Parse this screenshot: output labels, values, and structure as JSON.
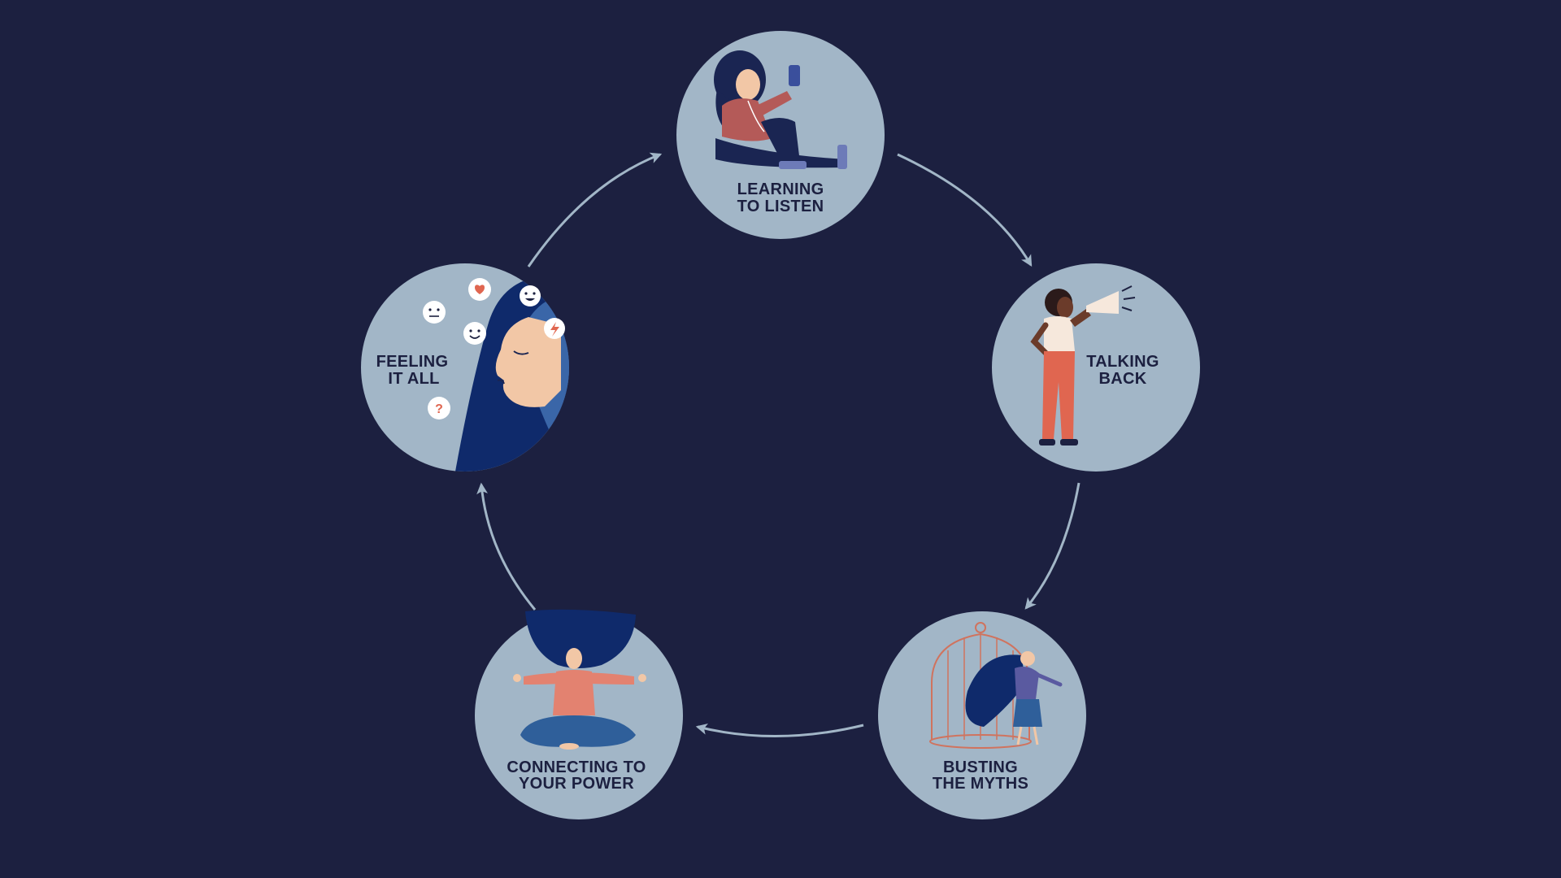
{
  "colors": {
    "background": "#1c2040",
    "circle": "#a2b6c7",
    "arrow": "#a2b6c7",
    "label": "#1c2040"
  },
  "nodes": [
    {
      "id": "learning",
      "line1": "LEARNING",
      "line2": "TO LISTEN",
      "icon": "woman-listening-phone-icon"
    },
    {
      "id": "talking",
      "line1": "TALKING",
      "line2": "BACK",
      "icon": "woman-megaphone-icon"
    },
    {
      "id": "busting",
      "line1": "BUSTING",
      "line2": "THE MYTHS",
      "icon": "woman-leaving-cage-icon"
    },
    {
      "id": "connecting",
      "line1": "CONNECTING TO",
      "line2": "YOUR POWER",
      "icon": "woman-meditating-icon"
    },
    {
      "id": "feeling",
      "line1": "FEELING",
      "line2": "IT ALL",
      "icon": "woman-emotions-profile-icon"
    }
  ],
  "edges": [
    {
      "from": "feeling",
      "to": "learning"
    },
    {
      "from": "learning",
      "to": "talking"
    },
    {
      "from": "talking",
      "to": "busting"
    },
    {
      "from": "busting",
      "to": "connecting"
    },
    {
      "from": "connecting",
      "to": "feeling"
    }
  ]
}
